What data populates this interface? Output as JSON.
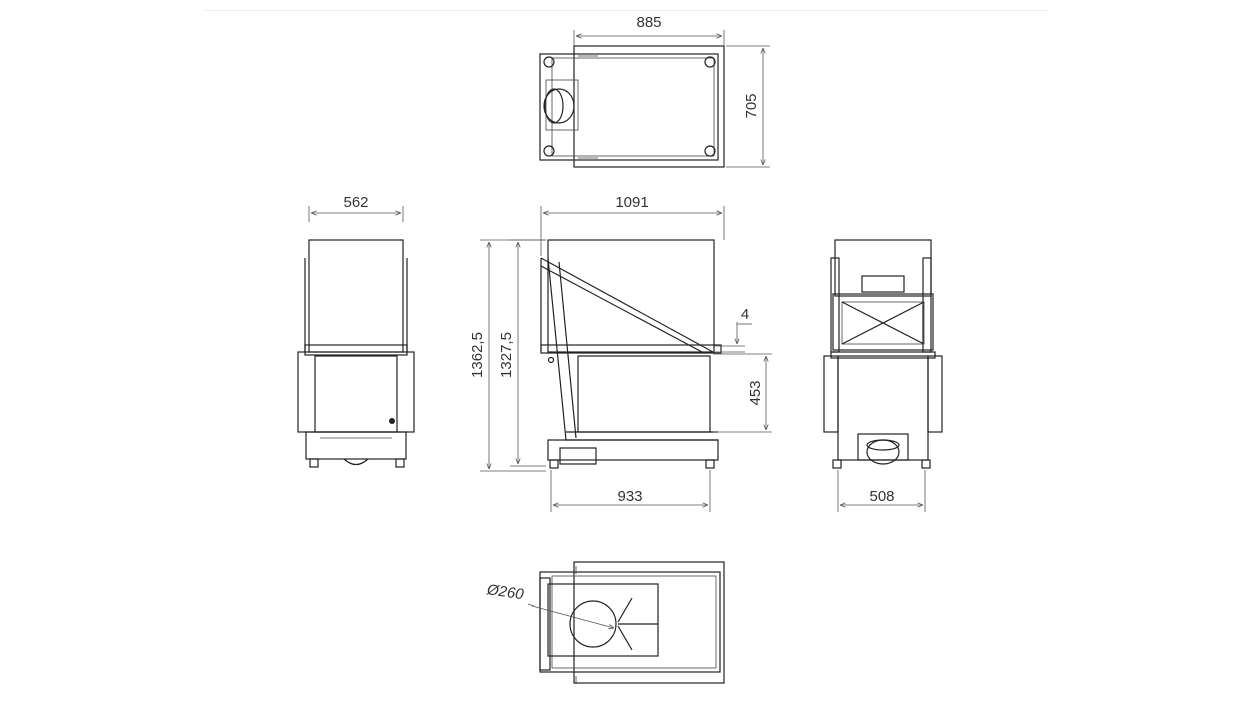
{
  "dimensions": {
    "top_width": "885",
    "top_depth": "705",
    "front_width": "562",
    "side_width": "1091",
    "total_height": "1362,5",
    "body_height": "1327,5",
    "gap": "4",
    "opening_height": "453",
    "side_base_width": "933",
    "back_base_width": "508",
    "flue_diameter": "Ø260"
  }
}
